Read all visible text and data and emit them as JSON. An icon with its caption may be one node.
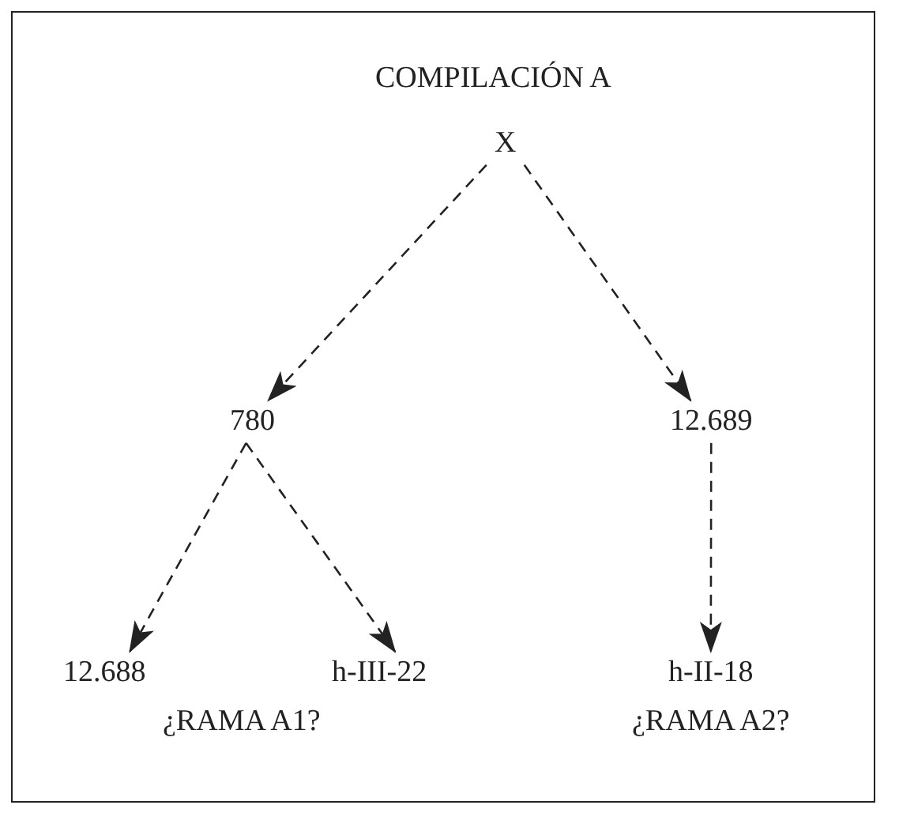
{
  "diagram": {
    "title": "COMPILACIÓN A",
    "nodes": [
      {
        "text": [
          "X"
        ]
      },
      {
        "text": [
          "780"
        ]
      },
      {
        "text": [
          "12.689"
        ]
      },
      {
        "text": [
          "12.688"
        ]
      },
      {
        "text": [
          "h-III-22"
        ]
      },
      {
        "text": [
          "h-II-18"
        ]
      }
    ],
    "edges": [
      {
        "from": 0,
        "to": 1,
        "arrow": "to",
        "style": "dashed"
      },
      {
        "from": 0,
        "to": 2,
        "arrow": "to",
        "style": "dashed"
      },
      {
        "from": 1,
        "to": 3,
        "arrow": "to",
        "style": "dashed"
      },
      {
        "from": 1,
        "to": 4,
        "arrow": "to",
        "style": "dashed"
      },
      {
        "from": 2,
        "to": 5,
        "arrow": "to",
        "style": "dashed"
      }
    ],
    "labels": [
      "¿RAMA A1?",
      "¿RAMA A2?"
    ]
  }
}
